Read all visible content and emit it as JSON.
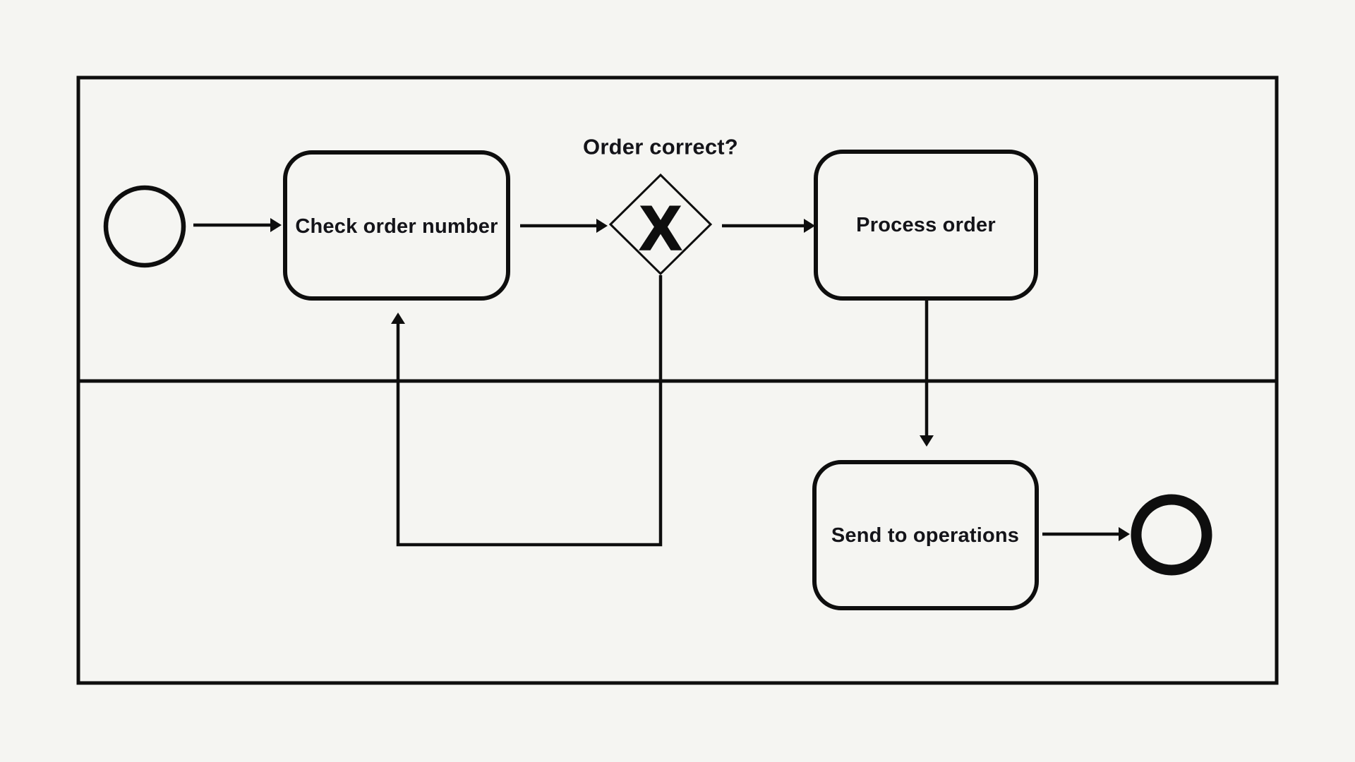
{
  "diagram": {
    "type": "bpmn-process",
    "colors": {
      "background": "#f5f5f2",
      "stroke": "#0e0e0e",
      "text": "#141419"
    },
    "pool": {
      "lane_count": 2
    },
    "start_event": {
      "kind": "start"
    },
    "tasks": [
      {
        "id": "check-order-number",
        "label": "Check order number"
      },
      {
        "id": "process-order",
        "label": "Process order"
      },
      {
        "id": "send-to-operations",
        "label": "Send to operations"
      }
    ],
    "gateway": {
      "kind": "exclusive",
      "symbol": "X",
      "question_label": "Order correct?"
    },
    "end_event": {
      "kind": "end"
    },
    "flows": [
      {
        "from": "start",
        "to": "check-order-number"
      },
      {
        "from": "check-order-number",
        "to": "gateway"
      },
      {
        "from": "gateway",
        "to": "process-order"
      },
      {
        "from": "process-order",
        "to": "send-to-operations"
      },
      {
        "from": "send-to-operations",
        "to": "end"
      },
      {
        "from": "gateway",
        "to": "check-order-number",
        "kind": "loop-back"
      }
    ]
  }
}
